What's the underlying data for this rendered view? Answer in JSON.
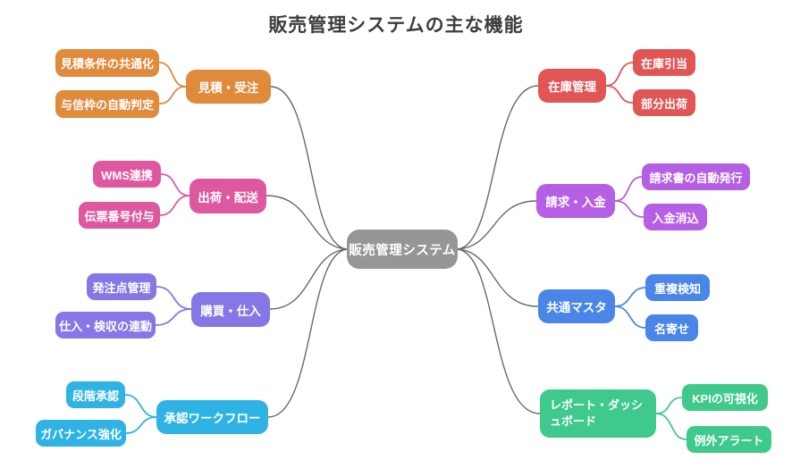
{
  "title": "販売管理システムの主な機能",
  "center": {
    "label": "販売管理システム"
  },
  "colors": {
    "center": "#969696",
    "connector": "#6a6a6a",
    "orange": "#E08A3C",
    "pink": "#DE58A0",
    "purple": "#8577E6",
    "cyan": "#2FB3E4",
    "red": "#E25555",
    "violet": "#B45FE4",
    "blue": "#4A86E8",
    "green": "#3FC98C",
    "title_text": "#3d3d3d"
  },
  "left_branches": [
    {
      "label": "見積・受注",
      "color": "orange",
      "children": [
        {
          "label": "見積条件の共通化"
        },
        {
          "label": "与信枠の自動判定"
        }
      ]
    },
    {
      "label": "出荷・配送",
      "color": "pink",
      "children": [
        {
          "label": "WMS連携"
        },
        {
          "label": "伝票番号付与"
        }
      ]
    },
    {
      "label": "購買・仕入",
      "color": "purple",
      "children": [
        {
          "label": "発注点管理"
        },
        {
          "label": "仕入・検収の連動"
        }
      ]
    },
    {
      "label": "承認ワークフロー",
      "color": "cyan",
      "children": [
        {
          "label": "段階承認"
        },
        {
          "label": "ガバナンス強化"
        }
      ]
    }
  ],
  "right_branches": [
    {
      "label": "在庫管理",
      "color": "red",
      "children": [
        {
          "label": "在庫引当"
        },
        {
          "label": "部分出荷"
        }
      ]
    },
    {
      "label": "請求・入金",
      "color": "violet",
      "children": [
        {
          "label": "請求書の自動発行"
        },
        {
          "label": "入金消込"
        }
      ]
    },
    {
      "label": "共通マスタ",
      "color": "blue",
      "children": [
        {
          "label": "重複検知"
        },
        {
          "label": "名寄せ"
        }
      ]
    },
    {
      "label": "レポート・ダッシュボード",
      "color": "green",
      "children": [
        {
          "label": "KPIの可視化"
        },
        {
          "label": "例外アラート"
        }
      ]
    }
  ]
}
